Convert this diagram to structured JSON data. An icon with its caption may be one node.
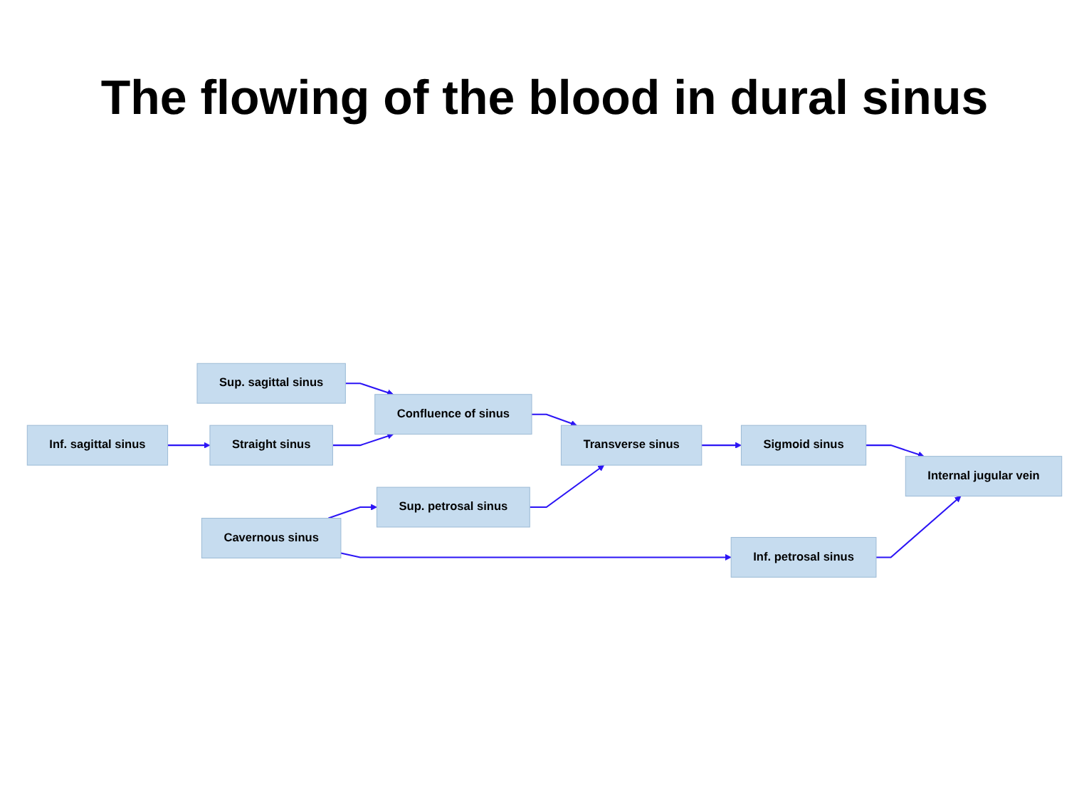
{
  "diagram": {
    "title": "The flowing of the blood in dural sinus",
    "nodes": [
      {
        "text": [
          "Sup. sagittal sinus"
        ]
      },
      {
        "text": [
          "Inf. sagittal sinus"
        ]
      },
      {
        "text": [
          "Straight sinus"
        ]
      },
      {
        "text": [
          "Confluence of sinus"
        ]
      },
      {
        "text": [
          "Transverse sinus"
        ]
      },
      {
        "text": [
          "Sup. petrosal sinus"
        ]
      },
      {
        "text": [
          "Cavernous sinus"
        ]
      },
      {
        "text": [
          "Sigmoid sinus"
        ]
      },
      {
        "text": [
          "Inf. petrosal sinus"
        ]
      },
      {
        "text": [
          "Internal jugular vein"
        ]
      }
    ],
    "edges": [
      {
        "from": 0,
        "to": 3,
        "arrow": "to"
      },
      {
        "from": 1,
        "to": 2,
        "arrow": "to"
      },
      {
        "from": 2,
        "to": 3,
        "arrow": "to"
      },
      {
        "from": 3,
        "to": 4,
        "arrow": "to"
      },
      {
        "from": 5,
        "to": 4,
        "arrow": "to"
      },
      {
        "from": 4,
        "to": 7,
        "arrow": "to"
      },
      {
        "from": 6,
        "to": 5,
        "arrow": "to"
      },
      {
        "from": 6,
        "to": 8,
        "arrow": "to"
      },
      {
        "from": 7,
        "to": 9,
        "arrow": "to"
      },
      {
        "from": 8,
        "to": 9,
        "arrow": "to"
      }
    ]
  }
}
